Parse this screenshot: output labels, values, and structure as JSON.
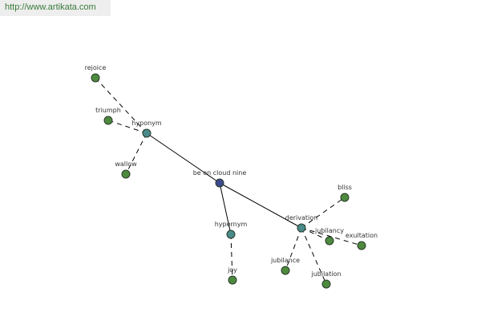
{
  "header": {
    "url": "http://www.artikata.com"
  },
  "colors": {
    "center": "#3b4a8e",
    "relation": "#4a8a8a",
    "word": "#4e8a3e",
    "url_text": "#3a7a3a"
  },
  "graph": {
    "nodes": [
      {
        "id": "center",
        "label": "be on cloud nine",
        "kind": "center"
      },
      {
        "id": "hyponym",
        "label": "hyponym",
        "kind": "relation"
      },
      {
        "id": "hypernym",
        "label": "hypernym",
        "kind": "relation"
      },
      {
        "id": "derivation",
        "label": "derivation",
        "kind": "relation"
      },
      {
        "id": "rejoice",
        "label": "rejoice",
        "kind": "word"
      },
      {
        "id": "triumph",
        "label": "triumph",
        "kind": "word"
      },
      {
        "id": "wallow",
        "label": "wallow",
        "kind": "word"
      },
      {
        "id": "joy",
        "label": "joy",
        "kind": "word"
      },
      {
        "id": "bliss",
        "label": "bliss",
        "kind": "word"
      },
      {
        "id": "jubilancy",
        "label": "jubilancy",
        "kind": "word"
      },
      {
        "id": "exultation",
        "label": "exultation",
        "kind": "word"
      },
      {
        "id": "jubilance",
        "label": "jubilance",
        "kind": "word"
      },
      {
        "id": "jubilation",
        "label": "jubilation",
        "kind": "word"
      }
    ],
    "edges": [
      {
        "from": "center",
        "to": "hyponym",
        "style": "solid"
      },
      {
        "from": "center",
        "to": "hypernym",
        "style": "solid"
      },
      {
        "from": "center",
        "to": "derivation",
        "style": "solid"
      },
      {
        "from": "hyponym",
        "to": "rejoice",
        "style": "dashed"
      },
      {
        "from": "hyponym",
        "to": "triumph",
        "style": "dashed"
      },
      {
        "from": "hyponym",
        "to": "wallow",
        "style": "dashed"
      },
      {
        "from": "hypernym",
        "to": "joy",
        "style": "dashed"
      },
      {
        "from": "derivation",
        "to": "bliss",
        "style": "dashed"
      },
      {
        "from": "derivation",
        "to": "jubilancy",
        "style": "dashed"
      },
      {
        "from": "derivation",
        "to": "exultation",
        "style": "dashed"
      },
      {
        "from": "derivation",
        "to": "jubilance",
        "style": "dashed"
      },
      {
        "from": "derivation",
        "to": "jubilation",
        "style": "dashed"
      }
    ]
  }
}
